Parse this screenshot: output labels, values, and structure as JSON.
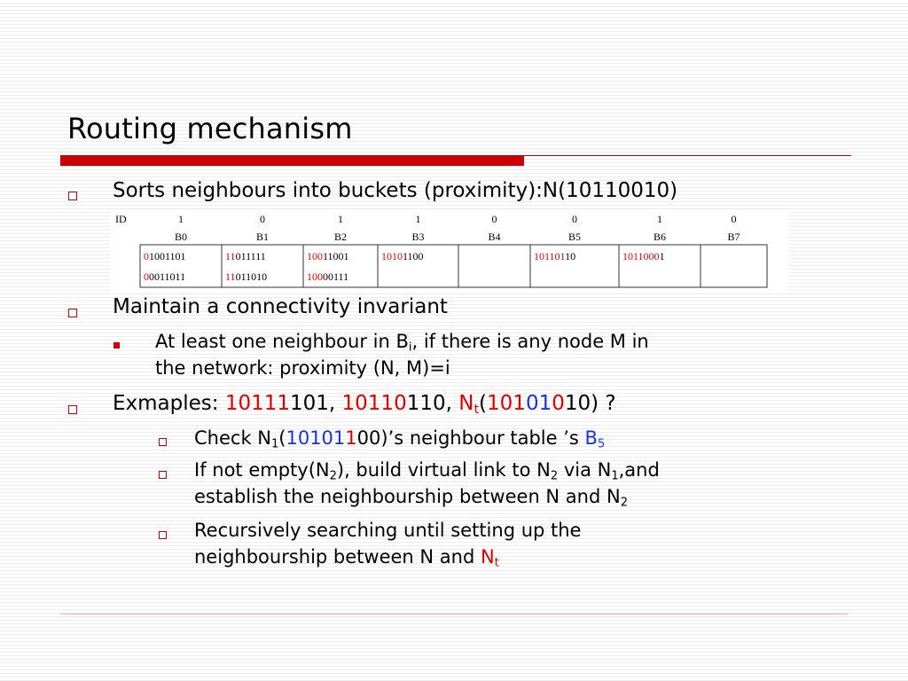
{
  "title": "Routing mechanism",
  "b1": "Sorts neighbours into buckets (proximity):N(10110010)",
  "table": {
    "id_label": "ID",
    "bits": [
      "1",
      "0",
      "1",
      "1",
      "0",
      "0",
      "1",
      "0"
    ],
    "buckets": [
      "B0",
      "B1",
      "B2",
      "B3",
      "B4",
      "B5",
      "B6",
      "B7"
    ],
    "row1": [
      {
        "r": "0",
        "b": "1001101"
      },
      {
        "r": "11",
        "b": "011111"
      },
      {
        "r": "100",
        "b": "11001"
      },
      {
        "r": "1010",
        "b": "1100"
      },
      {
        "r": "",
        "b": ""
      },
      {
        "r": "101101",
        "b": "10"
      },
      {
        "r": "1011000",
        "b": "1"
      },
      {
        "r": "",
        "b": ""
      }
    ],
    "row2": [
      {
        "r": "0",
        "b": "0011011"
      },
      {
        "r": "11",
        "b": "011010"
      },
      {
        "r": "100",
        "b": "00111"
      },
      {
        "r": "",
        "b": ""
      },
      {
        "r": "",
        "b": ""
      },
      {
        "r": "",
        "b": ""
      },
      {
        "r": "",
        "b": ""
      },
      {
        "r": "",
        "b": ""
      }
    ]
  },
  "b2": "Maintain a connectivity invariant",
  "b2s": {
    "p1": "At least one neighbour in B",
    "sub_i": "i",
    "p2": ", if there is any node M in",
    "line2": "the network: proximity (N, M)=i"
  },
  "b3": {
    "p1": "Exmaples: ",
    "ex1_red": "10111",
    "ex1_black": "101",
    "comma1": ", ",
    "ex2_red": "10110",
    "ex2_black": "110",
    "comma2": ", ",
    "nt_n": "N",
    "nt_t": "t",
    "open": "(",
    "q_red1": "101",
    "q_blue": "01",
    "q_red2": "0",
    "q_black": "10",
    "close": ") ?"
  },
  "s1": {
    "p1": "Check N",
    "sub1": "1",
    "open": "(",
    "blue": "10101",
    "red": "1",
    "black": "00",
    "p2": ")’s neighbour table ’s ",
    "b": "B",
    "sub5": "5"
  },
  "s2": {
    "p1": "If not empty(N",
    "sub2a": "2",
    "p2": "), build virtual link to N",
    "sub2b": "2",
    "p3": " via N",
    "sub1": "1",
    "p4": ",and",
    "line2": "establish the neighbourship between N and N",
    "sub2c": "2"
  },
  "s3": {
    "line1": "Recursively searching until setting up the",
    "line2": "neighbourship between N and ",
    "n": "N",
    "t": "t"
  }
}
